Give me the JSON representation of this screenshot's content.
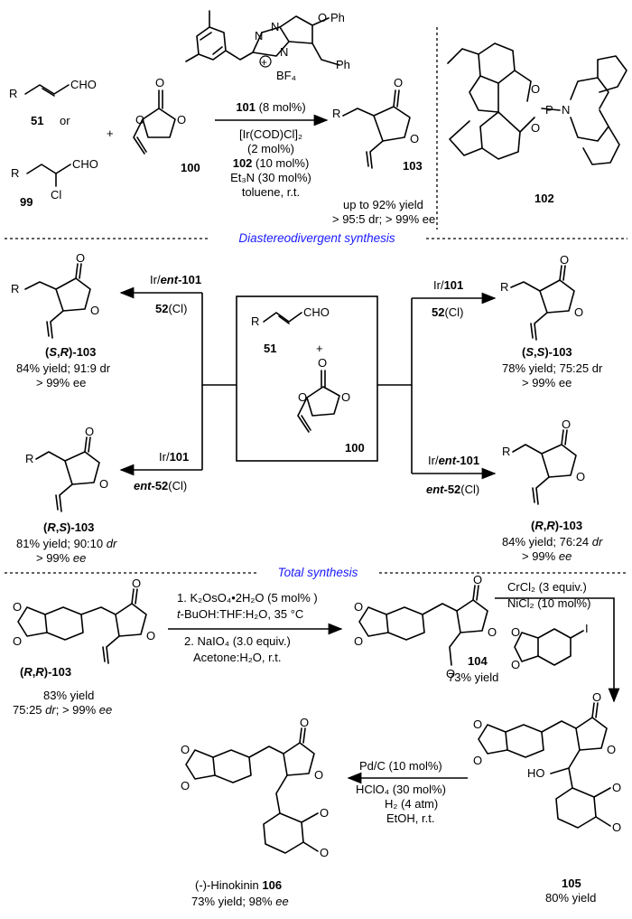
{
  "top": {
    "aldehyde_51_label": "51",
    "or_text": "or",
    "aldehyde_99_label": "99",
    "plus": "+",
    "carbonate_100_label": "100",
    "conditions": [
      {
        "bold": "101",
        "rest": " (8 mol%)"
      },
      {
        "bold": "",
        "rest": "[Ir(COD)Cl]₂"
      },
      {
        "bold": "",
        "rest": "(2 mol%)"
      },
      {
        "bold": "102",
        "rest": " (10 mol%)"
      },
      {
        "bold": "",
        "rest": "Et₃N (30 mol%)"
      },
      {
        "bold": "",
        "rest": "toluene, r.t."
      }
    ],
    "product_label": "103",
    "yield_line1": "up to 92% yield",
    "yield_line2": "> 95:5 dr; > 99% ee",
    "ligand_label": "102",
    "catalyst_atoms": {
      "Ph": "Ph",
      "BF4": "BF₄",
      "N": "N",
      "O": "O",
      "P": "P",
      "CHO": "CHO",
      "Cl": "Cl",
      "R": "R"
    }
  },
  "sections": {
    "diastereo": "Diastereodivergent synthesis",
    "total": "Total synthesis"
  },
  "diastereo": {
    "center": {
      "label51": "51",
      "plus": "+",
      "label100": "100"
    },
    "tl": {
      "reagent1": "Ir/ent-101",
      "reagent2": "52(Cl)",
      "name": "(S,R)-103",
      "yield": "84% yield; 91:9 dr",
      "ee": "> 99% ee"
    },
    "tr": {
      "reagent1": "Ir/101",
      "reagent2": "52(Cl)",
      "name": "(S,S)-103",
      "yield": "78% yield; 75:25 dr",
      "ee": "> 99% ee"
    },
    "bl": {
      "reagent1": "Ir/101",
      "reagent2": "ent-52(Cl)",
      "name": "(R,S)-103",
      "yield": "81% yield; 90:10 dr",
      "ee": "> 99% ee"
    },
    "br": {
      "reagent1": "Ir/ent-101",
      "reagent2": "ent-52(Cl)",
      "name": "(R,R)-103",
      "yield": "84% yield; 76:24 dr",
      "ee": "> 99% ee"
    }
  },
  "total": {
    "start_name": "(R,R)-103",
    "start_yield": "83% yield",
    "start_dr": "75:25 dr; > 99% ee",
    "step1_line1": "1. K₂OsO₄•2H₂O (5 mol% )",
    "step1_line2": "t-BuOH:THF:H₂O, 35 °C",
    "step2_line1": "2. NaIO₄ (3.0 equiv.)",
    "step2_line2": "Acetone:H₂O, r.t.",
    "c104_label": "104",
    "c104_yield": "73% yield",
    "crcl_line1": "CrCl₂ (3 equiv.)",
    "crcl_line2": "NiCl₂ (10 mol%)",
    "iodo": "I",
    "c105_label": "105",
    "c105_yield": "80% yield",
    "ho": "HO",
    "pd_line1": "Pd/C (10 mol%)",
    "pd_line2": "HClO₄ (30 mol%)",
    "pd_line3": "H₂ (4 atm)",
    "pd_line4": "EtOH, r.t.",
    "final_name": "(-)-Hinokinin 106",
    "final_yield": "73% yield; 98% ee"
  }
}
